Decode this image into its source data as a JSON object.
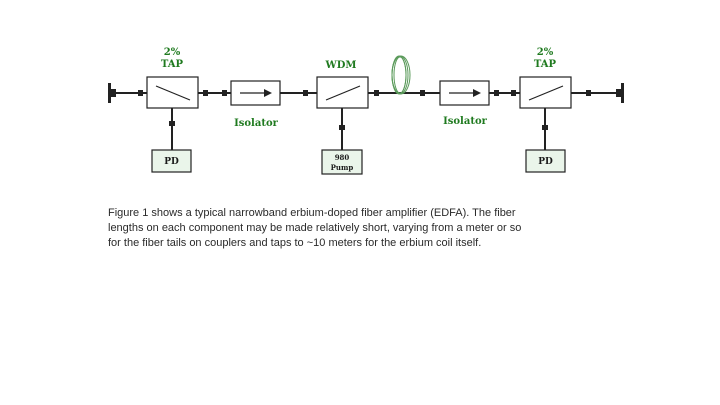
{
  "diagram": {
    "tap_left_label_1": "2%",
    "tap_left_label_2": "TAP",
    "isolator_left_label": "Isolator",
    "wdm_label": "WDM",
    "isolator_right_label": "Isolator",
    "tap_right_label_1": "2%",
    "tap_right_label_2": "TAP",
    "pd_left_label": "PD",
    "pump_label_1": "980",
    "pump_label_2": "Pump",
    "pd_right_label": "PD",
    "colors": {
      "label_green": "#1f7a1f",
      "box_fill_white": "#ffffff",
      "box_fill_green": "#eaf5ea",
      "line": "#222222"
    }
  },
  "caption": {
    "line1": "Figure 1 shows a typical narrowband erbium-doped fiber amplifier (EDFA). The fiber",
    "line2": "lengths on each component may be made relatively short, varying from a meter or so",
    "line3": "for the fiber tails on couplers and taps to ~10 meters for the erbium coil itself."
  }
}
